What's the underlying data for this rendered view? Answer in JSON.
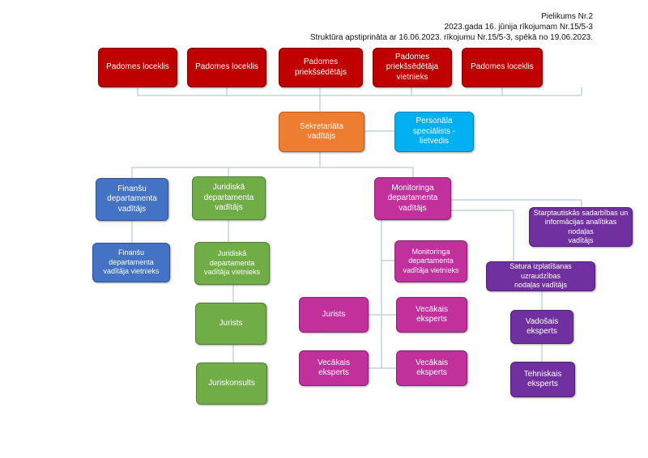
{
  "header": {
    "line1": "Pielikums Nr.2",
    "line2": "2023.gada 16. jūnija rīkojumam Nr.15/5-3",
    "line3": "Struktūra apstiprināta ar 16.06.2023. rīkojumu Nr.15/5-3, spēkā no 19.06.2023."
  },
  "colors": {
    "council": "#c00000",
    "secretariat": "#ed7d31",
    "personnel": "#00b0f0",
    "finance": "#4472c4",
    "legal": "#70ad47",
    "monitoring": "#c2309c",
    "outreach": "#7030a0",
    "connector": "#a6bfd6"
  },
  "nodes": {
    "council_member_1": "Padomes loceklis",
    "council_member_2": "Padomes loceklis",
    "council_chair": "Padomes\npriekšsēdētājs",
    "council_vice_chair": "Padomes\npriekšsēdētāja\nvietnieks",
    "council_member_3": "Padomes loceklis",
    "secretariat_head": "Sekretariāta\nvadītājs",
    "personnel_specialist": "Personāla\nspeciālists -\nlietvedis",
    "finance_head": "Finanšu\ndepartamenta\nvadītājs",
    "finance_deputy": "Finanšu\ndepartamenta\nvadītāja vietnieks",
    "legal_head": "Juridiskā\ndepartamenta\nvadītājs",
    "legal_deputy": "Juridiskā\ndepartamenta\nvadītāja vietnieks",
    "lawyer": "Jurists",
    "legal_consultant": "Juriskonsults",
    "monitoring_head": "Monitoringa\ndepartamenta\nvadītājs",
    "monitoring_deputy": "Monitoringa\ndepartamenta\nvadītāja vietnieks",
    "monitoring_lawyer": "Jurists",
    "senior_expert_1": "Vecākais\neksperts",
    "senior_expert_2": "Vecākais\neksperts",
    "senior_expert_3": "Vecākais\neksperts",
    "intl_head": "Starptautiskās sadarbības un\ninformācijas analītikas nodaļas\nvadītājs",
    "outreach_head": "Satura izplatīšanas uzraudzības\nnodaļas vadītājs",
    "lead_expert": "Vadošais\neksperts",
    "technical_expert": "Tehniskais\neksperts"
  }
}
